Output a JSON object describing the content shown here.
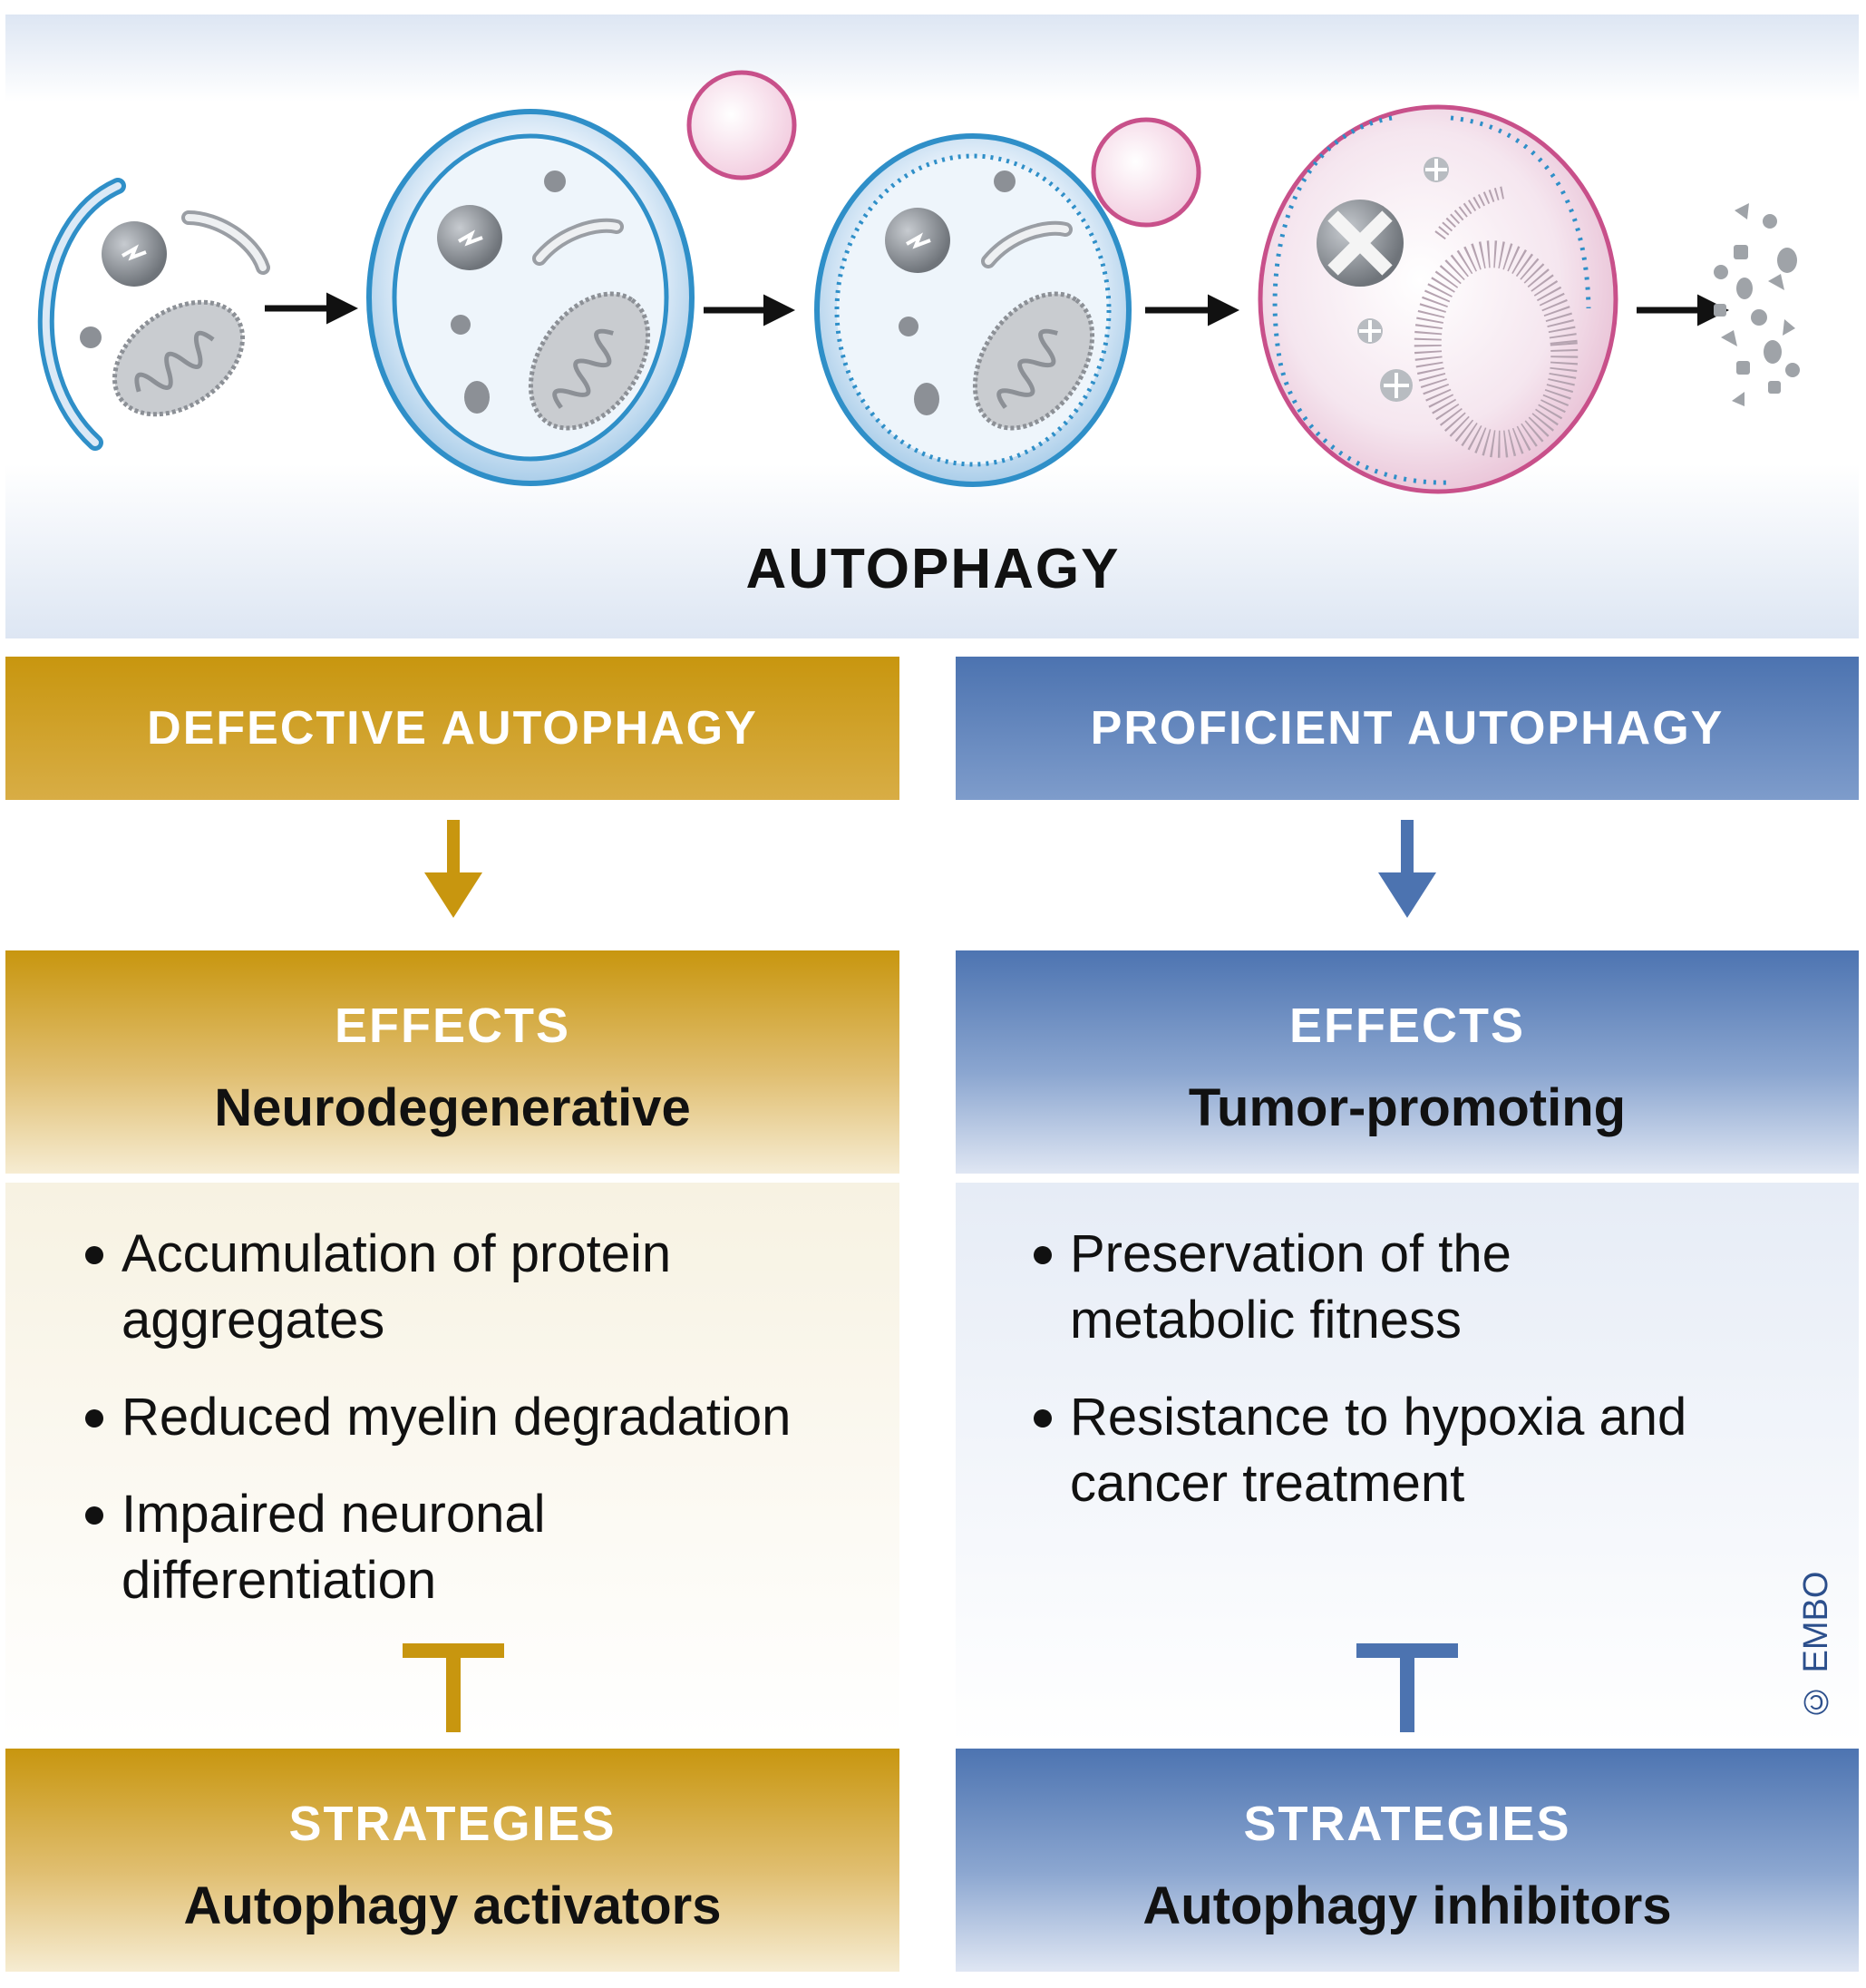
{
  "process": {
    "title": "AUTOPHAGY",
    "stages": [
      "phagophore",
      "autophagosome",
      "lysosome-fusion",
      "autolysosome",
      "degradation-products"
    ],
    "colors": {
      "membrane": "#2f8fc8",
      "lysosome": "#c8508a",
      "organelle": "#9a9ea4"
    }
  },
  "columns": {
    "defective": {
      "header": "DEFECTIVE AUTOPHAGY",
      "effects_label": "EFFECTS",
      "effects_value": "Neurodegenerative",
      "bullets": [
        "Accumulation of protein aggregates",
        "Reduced myelin degradation",
        "Impaired neuronal differentiation"
      ],
      "strategies_label": "STRATEGIES",
      "strategies_value": "Autophagy activators",
      "color": "#c8960f"
    },
    "proficient": {
      "header": "PROFICIENT AUTOPHAGY",
      "effects_label": "EFFECTS",
      "effects_value": "Tumor-promoting",
      "bullets": [
        "Preservation of the metabolic fitness",
        "Resistance to hypoxia and cancer treatment"
      ],
      "strategies_label": "STRATEGIES",
      "strategies_value": "Autophagy inhibitors",
      "color": "#4c73b0"
    }
  },
  "credit": "© EMBO"
}
